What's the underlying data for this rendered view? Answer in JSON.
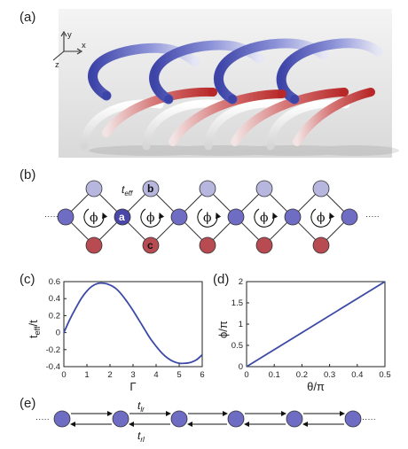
{
  "panels": {
    "a": "(a)",
    "b": "(b)",
    "c": "(c)",
    "d": "(d)",
    "e": "(e)"
  },
  "render_axes": {
    "y": "y",
    "x": "x",
    "z": "z"
  },
  "lattice": {
    "site_a": "a",
    "site_b": "b",
    "site_c": "c",
    "hopping": "t",
    "hopping_sub": "eff",
    "flux": "ϕ",
    "dots": "·····"
  },
  "colors": {
    "blue_site": "#6f6cc4",
    "dark_blue_site": "#4a47a8",
    "light_site": "#b7b6de",
    "red_site": "#b84a52",
    "line": "#3c4aa6",
    "blue_tube": "#5a62c0",
    "red_tube": "#c43a3a"
  },
  "chart_data": [
    {
      "type": "line",
      "panel": "c",
      "xlabel": "Γ",
      "ylabel": "t_eff/t",
      "ylabel_main": "t",
      "ylabel_sub": "eff",
      "ylabel_rest": "/t",
      "xlim": [
        0,
        6
      ],
      "ylim": [
        -0.4,
        0.6
      ],
      "xticks": [
        "0",
        "1",
        "2",
        "3",
        "4",
        "5",
        "6"
      ],
      "yticks": [
        "0.6",
        "0.4",
        "0.2",
        "0",
        "-0.2",
        "-0.4"
      ],
      "series": [
        {
          "x": [
            0,
            0.25,
            0.5,
            0.75,
            1.0,
            1.25,
            1.5,
            1.75,
            2.0,
            2.25,
            2.5,
            2.75,
            3.0,
            3.25,
            3.5,
            3.75,
            4.0,
            4.25,
            4.5,
            4.75,
            5.0,
            5.25,
            5.5,
            5.75,
            6.0
          ],
          "values": [
            0.0,
            0.15,
            0.28,
            0.4,
            0.49,
            0.55,
            0.58,
            0.58,
            0.56,
            0.52,
            0.45,
            0.36,
            0.26,
            0.15,
            0.04,
            -0.07,
            -0.16,
            -0.24,
            -0.3,
            -0.34,
            -0.36,
            -0.36,
            -0.35,
            -0.32,
            -0.26
          ]
        }
      ]
    },
    {
      "type": "line",
      "panel": "d",
      "xlabel": "θ/π",
      "ylabel": "ϕ/π",
      "xlim": [
        0,
        0.5
      ],
      "ylim": [
        0,
        2
      ],
      "xticks": [
        "0",
        "0.1",
        "0.2",
        "0.3",
        "0.4",
        "0.5"
      ],
      "yticks": [
        "2",
        "1.5",
        "1",
        "0.5",
        "0"
      ],
      "series": [
        {
          "x": [
            0,
            0.5
          ],
          "values": [
            0,
            2
          ]
        }
      ]
    }
  ],
  "chain": {
    "upper": "t",
    "upper_sub": "lr",
    "lower": "t",
    "lower_sub": "rl",
    "dots": "·····"
  }
}
